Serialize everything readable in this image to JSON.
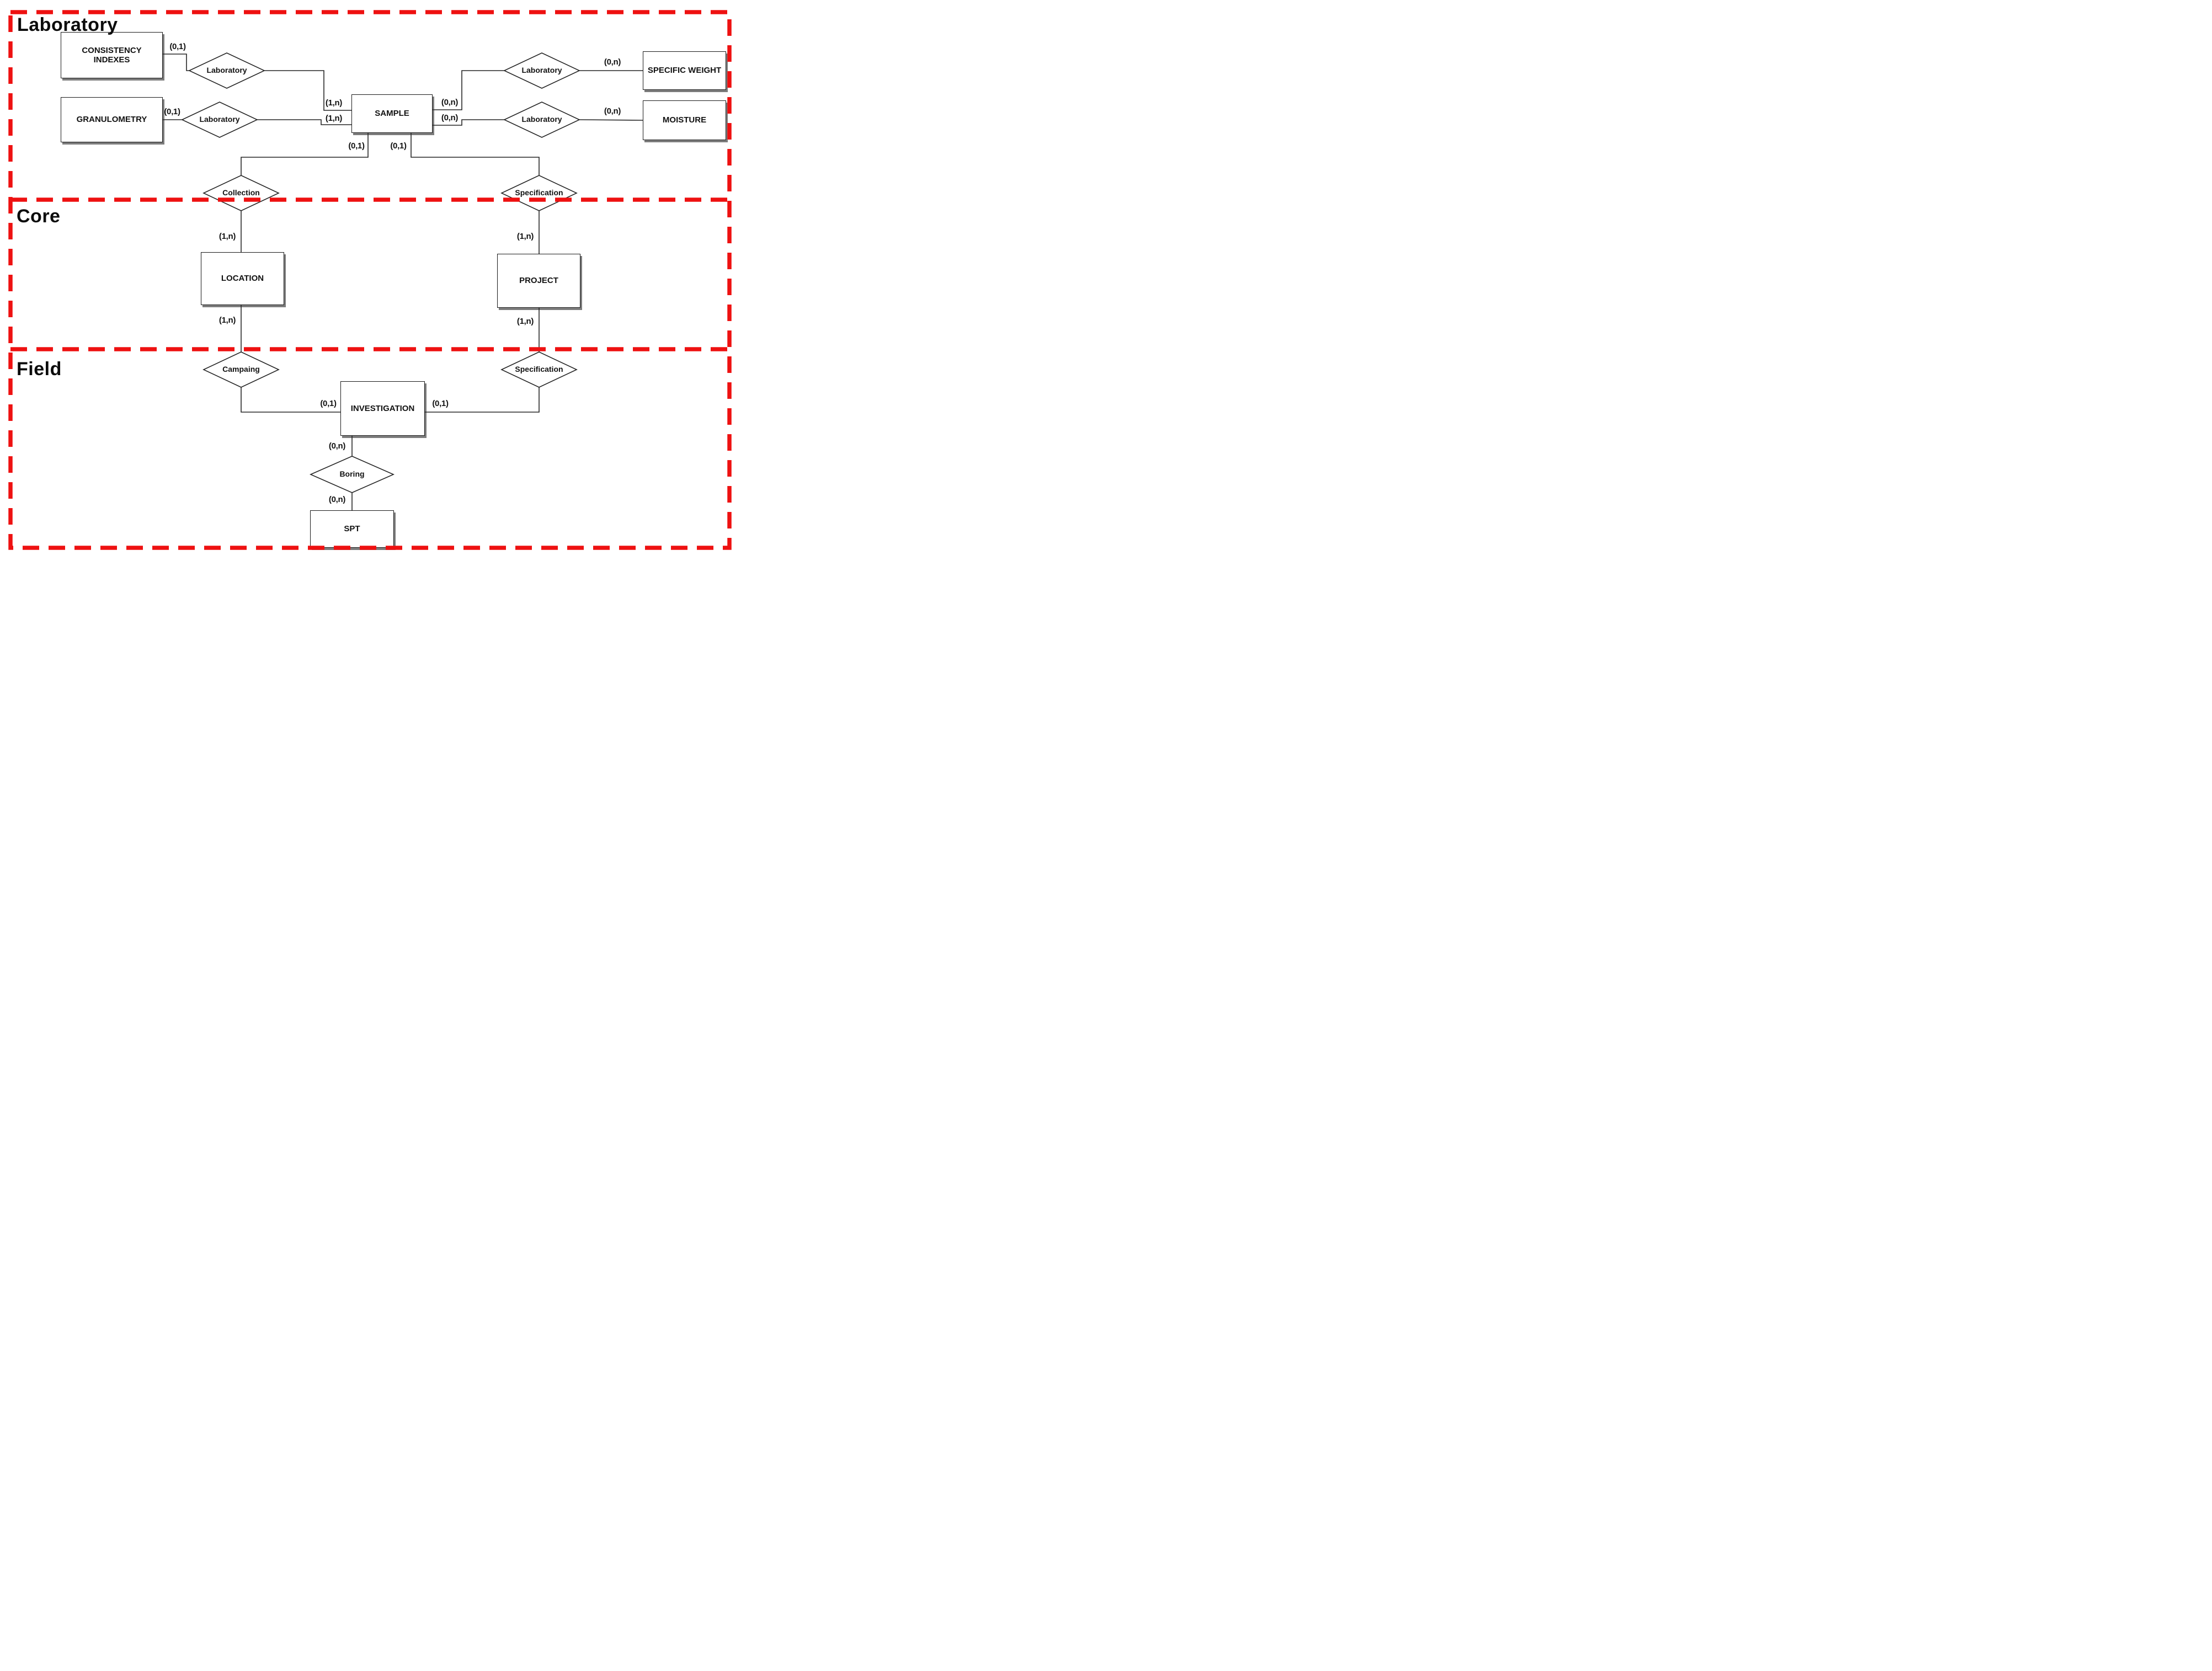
{
  "diagram": {
    "type": "entity-relationship",
    "zones": {
      "laboratory": {
        "label": "Laboratory"
      },
      "core": {
        "label": "Core"
      },
      "field": {
        "label": "Field"
      }
    },
    "entities": {
      "consistency_indexes": {
        "label": "CONSISTENCY INDEXES"
      },
      "granulometry": {
        "label": "GRANULOMETRY"
      },
      "sample": {
        "label": "SAMPLE"
      },
      "specific_weight": {
        "label": "SPECIFIC WEIGHT"
      },
      "moisture": {
        "label": "MOISTURE"
      },
      "location": {
        "label": "LOCATION"
      },
      "project": {
        "label": "PROJECT"
      },
      "investigation": {
        "label": "INVESTIGATION"
      },
      "spt": {
        "label": "SPT"
      }
    },
    "relationships": {
      "laboratory_consistency": {
        "label": "Laboratory"
      },
      "laboratory_granulometry": {
        "label": "Laboratory"
      },
      "laboratory_specific_weight": {
        "label": "Laboratory"
      },
      "laboratory_moisture": {
        "label": "Laboratory"
      },
      "collection": {
        "label": "Collection"
      },
      "specification_core": {
        "label": "Specification"
      },
      "campaing": {
        "label": "Campaing"
      },
      "specification_field": {
        "label": "Specification"
      },
      "boring": {
        "label": "Boring"
      }
    },
    "cardinalities": {
      "consistency_laboratory": "(0,1)",
      "granulometry_laboratory": "(0,1)",
      "sample_laboratory_upper_left": "(1,n)",
      "sample_laboratory_lower_left": "(1,n)",
      "sample_laboratory_upper_right": "(0,n)",
      "sample_laboratory_lower_right": "(0,n)",
      "specific_weight_laboratory": "(0,n)",
      "moisture_laboratory": "(0,n)",
      "sample_collection": "(0,1)",
      "sample_specification": "(0,1)",
      "location_collection": "(1,n)",
      "project_specification": "(1,n)",
      "location_campaing": "(1,n)",
      "project_specification_field": "(1,n)",
      "investigation_campaing": "(0,1)",
      "investigation_specification": "(0,1)",
      "investigation_boring": "(0,n)",
      "spt_boring": "(0,n)"
    },
    "colors": {
      "zone_border": "#ee1111",
      "line": "#262626",
      "background": "#ffffff"
    }
  }
}
